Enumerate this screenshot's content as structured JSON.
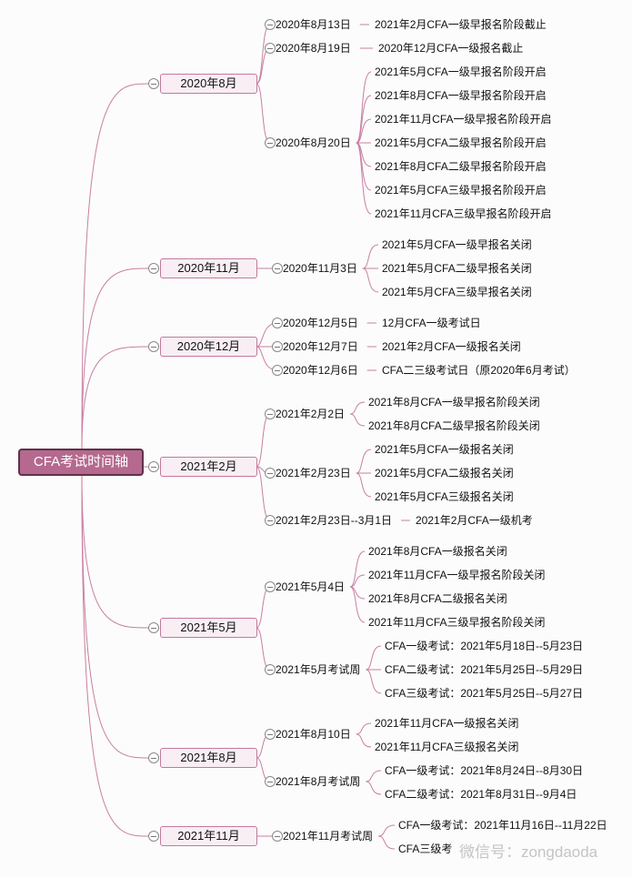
{
  "root": "CFA考试时间轴",
  "branches": [
    {
      "label": "2020年8月",
      "children": [
        {
          "label": "2020年8月13日",
          "leaves": [
            "2021年2月CFA一级早报名阶段截止"
          ]
        },
        {
          "label": "2020年8月19日",
          "leaves": [
            "2020年12月CFA一级报名截止"
          ]
        },
        {
          "label": "2020年8月20日",
          "leaves": [
            "2021年5月CFA一级早报名阶段开启",
            "2021年8月CFA一级早报名阶段开启",
            "2021年11月CFA一级早报名阶段开启",
            "2021年5月CFA二级早报名阶段开启",
            "2021年8月CFA二级早报名阶段开启",
            "2021年5月CFA三级早报名阶段开启",
            "2021年11月CFA三级早报名阶段开启"
          ]
        }
      ]
    },
    {
      "label": "2020年11月",
      "children": [
        {
          "label": "2020年11月3日",
          "leaves": [
            "2021年5月CFA一级早报名关闭",
            "2021年5月CFA二级早报名关闭",
            "2021年5月CFA三级早报名关闭"
          ]
        }
      ]
    },
    {
      "label": "2020年12月",
      "children": [
        {
          "label": "2020年12月5日",
          "leaves": [
            "12月CFA一级考试日"
          ]
        },
        {
          "label": "2020年12月7日",
          "leaves": [
            "2021年2月CFA一级报名关闭"
          ]
        },
        {
          "label": "2020年12月6日",
          "leaves": [
            "CFA二三级考试日（原2020年6月考试）"
          ]
        }
      ]
    },
    {
      "label": "2021年2月",
      "children": [
        {
          "label": "2021年2月2日",
          "leaves": [
            "2021年8月CFA一级早报名阶段关闭",
            "2021年8月CFA二级早报名阶段关闭"
          ]
        },
        {
          "label": "2021年2月23日",
          "leaves": [
            "2021年5月CFA一级报名关闭",
            "2021年5月CFA二级报名关闭",
            "2021年5月CFA三级报名关闭"
          ]
        },
        {
          "label": "2021年2月23日--3月1日",
          "leaves": [
            "2021年2月CFA一级机考"
          ]
        }
      ]
    },
    {
      "label": "2021年5月",
      "children": [
        {
          "label": "2021年5月4日",
          "leaves": [
            "2021年8月CFA一级报名关闭",
            "2021年11月CFA一级早报名阶段关闭",
            "2021年8月CFA二级报名关闭",
            "2021年11月CFA三级早报名阶段关闭"
          ]
        },
        {
          "label": "2021年5月考试周",
          "leaves": [
            "CFA一级考试：2021年5月18日--5月23日",
            "CFA二级考试：2021年5月25日--5月29日",
            "CFA三级考试：2021年5月25日--5月27日"
          ]
        }
      ]
    },
    {
      "label": "2021年8月",
      "children": [
        {
          "label": "2021年8月10日",
          "leaves": [
            "2021年11月CFA一级报名关闭",
            "2021年11月CFA三级报名关闭"
          ]
        },
        {
          "label": "2021年8月考试周",
          "leaves": [
            "CFA一级考试：2021年8月24日--8月30日",
            "CFA二级考试：2021年8月31日--9月4日"
          ]
        }
      ]
    },
    {
      "label": "2021年11月",
      "children": [
        {
          "label": "2021年11月考试周",
          "leaves": [
            "CFA一级考试：2021年11月16日--11月22日",
            "CFA三级考"
          ]
        }
      ]
    }
  ],
  "watermark": "微信号：zongdaoda",
  "colors": {
    "line": "#c97fa0",
    "root_fill": "#b5698f",
    "branch_fill": "#f8eef3"
  }
}
